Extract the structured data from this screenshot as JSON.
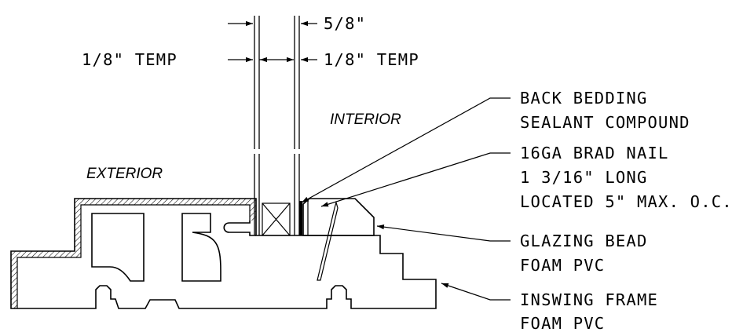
{
  "drawing": {
    "dimensions": {
      "glass_thickness": "5/8\"",
      "left_temp": "1/8\" TEMP",
      "right_temp": "1/8\" TEMP"
    },
    "sides": {
      "interior": "INTERIOR",
      "exterior": "EXTERIOR"
    },
    "callouts": [
      {
        "lines": [
          "BACK BEDDING",
          "SEALANT COMPOUND"
        ]
      },
      {
        "lines": [
          "16GA BRAD NAIL",
          "1 3/16\" LONG",
          "LOCATED 5\" MAX. O.C."
        ]
      },
      {
        "lines": [
          "GLAZING BEAD",
          "FOAM PVC"
        ]
      },
      {
        "lines": [
          "INSWING FRAME",
          "FOAM PVC"
        ]
      }
    ]
  }
}
